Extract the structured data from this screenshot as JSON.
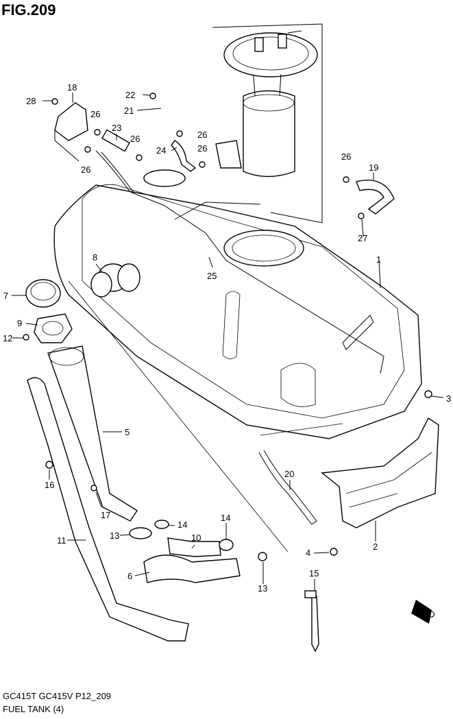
{
  "figure": {
    "title": "FIG.209",
    "model_line": "GC415T GC415V P12_209",
    "section_line": "FUEL TANK (4)"
  },
  "callouts": [
    "1",
    "2",
    "3",
    "4",
    "5",
    "6",
    "7",
    "8",
    "9",
    "10",
    "11",
    "12",
    "13",
    "14",
    "15",
    "16",
    "17",
    "18",
    "19",
    "20",
    "21",
    "22",
    "23",
    "24",
    "25",
    "26",
    "27",
    "28"
  ],
  "fwd_label": "FWD"
}
